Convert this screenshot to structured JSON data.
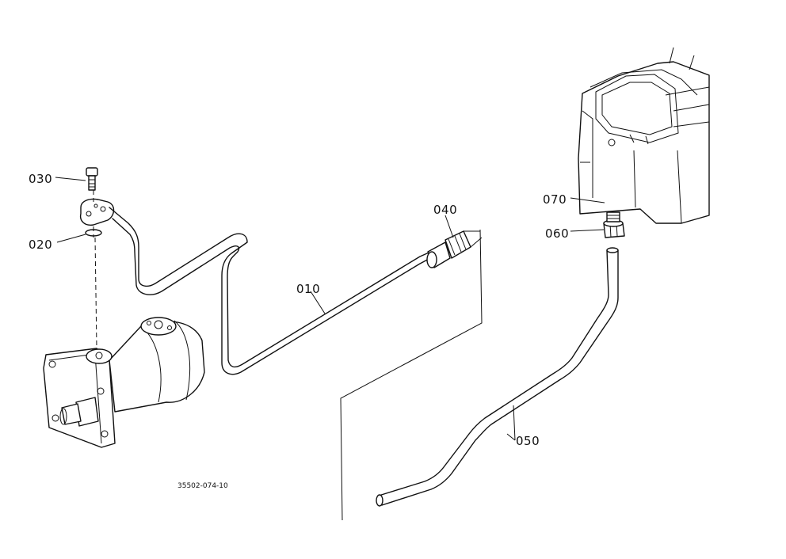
{
  "drawing_code": "35502-074-10",
  "callouts": {
    "c010": "010",
    "c020": "020",
    "c030": "030",
    "c040": "040",
    "c050": "050",
    "c060": "060",
    "c070": "070"
  }
}
